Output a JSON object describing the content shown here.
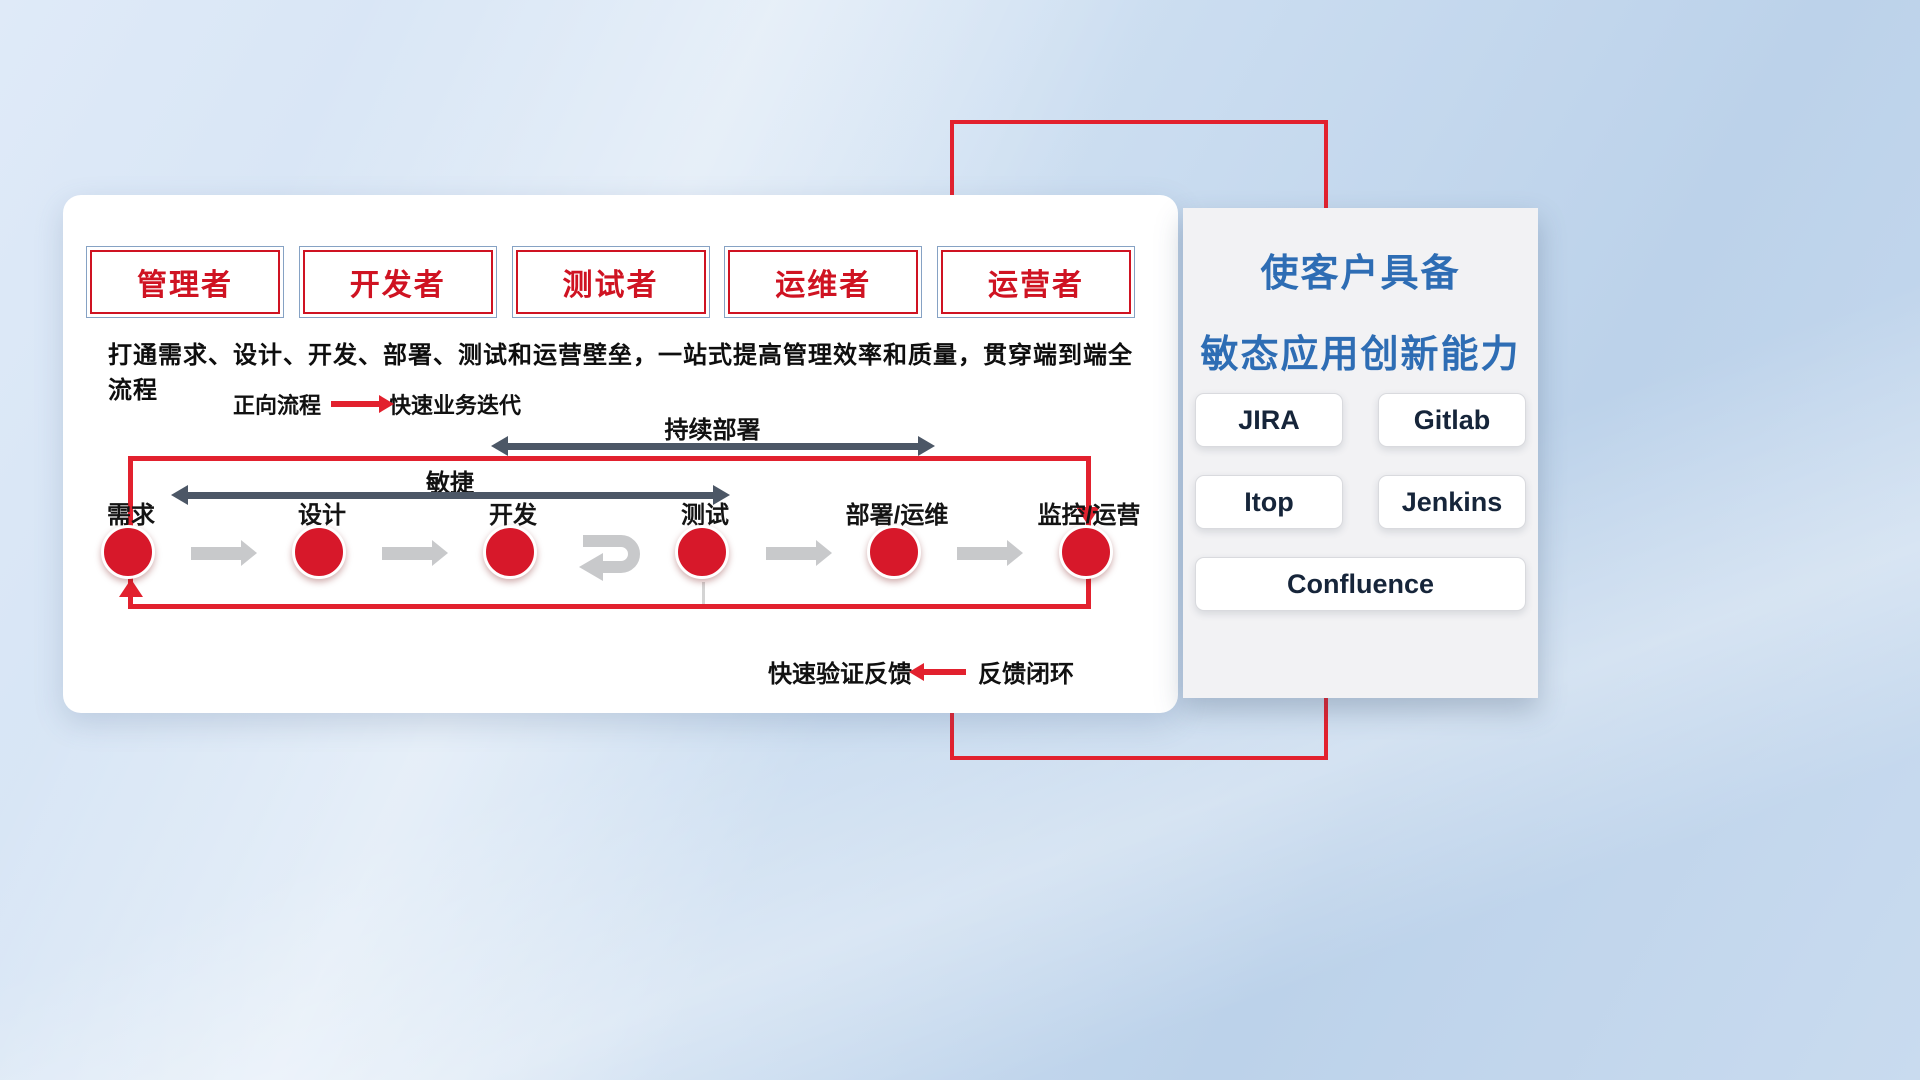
{
  "card": {
    "roles": [
      {
        "label": "管理者"
      },
      {
        "label": "开发者"
      },
      {
        "label": "测试者"
      },
      {
        "label": "运维者"
      },
      {
        "label": "运营者"
      }
    ],
    "description": "打通需求、设计、开发、部署、测试和运营壁垒，一站式提高管理效率和质量，贯穿端到端全流程",
    "forward_legend": {
      "label": "正向流程",
      "value": "快速业务迭代"
    },
    "continuous_deploy_label": "持续部署",
    "agile_label": "敏捷",
    "flow_nodes": [
      {
        "label": "需求"
      },
      {
        "label": "设计"
      },
      {
        "label": "开发"
      },
      {
        "label": "测试"
      },
      {
        "label": "部署/运维"
      },
      {
        "label": "监控/运营"
      }
    ],
    "feedback_legend": {
      "label": "快速验证反馈",
      "value": "反馈闭环"
    }
  },
  "panel": {
    "title_line1": "使客户具备",
    "title_line2": "敏态应用创新能力",
    "tools": [
      {
        "name": "JIRA"
      },
      {
        "name": "Gitlab"
      },
      {
        "name": "Itop"
      },
      {
        "name": "Jenkins"
      },
      {
        "name": "Confluence"
      }
    ]
  },
  "colors": {
    "red": "#e2212e",
    "node_red": "#d7182a",
    "title_blue": "#2e6db4",
    "dark_arrow": "#4c5766",
    "gray_arrow": "#c8c9cb"
  }
}
